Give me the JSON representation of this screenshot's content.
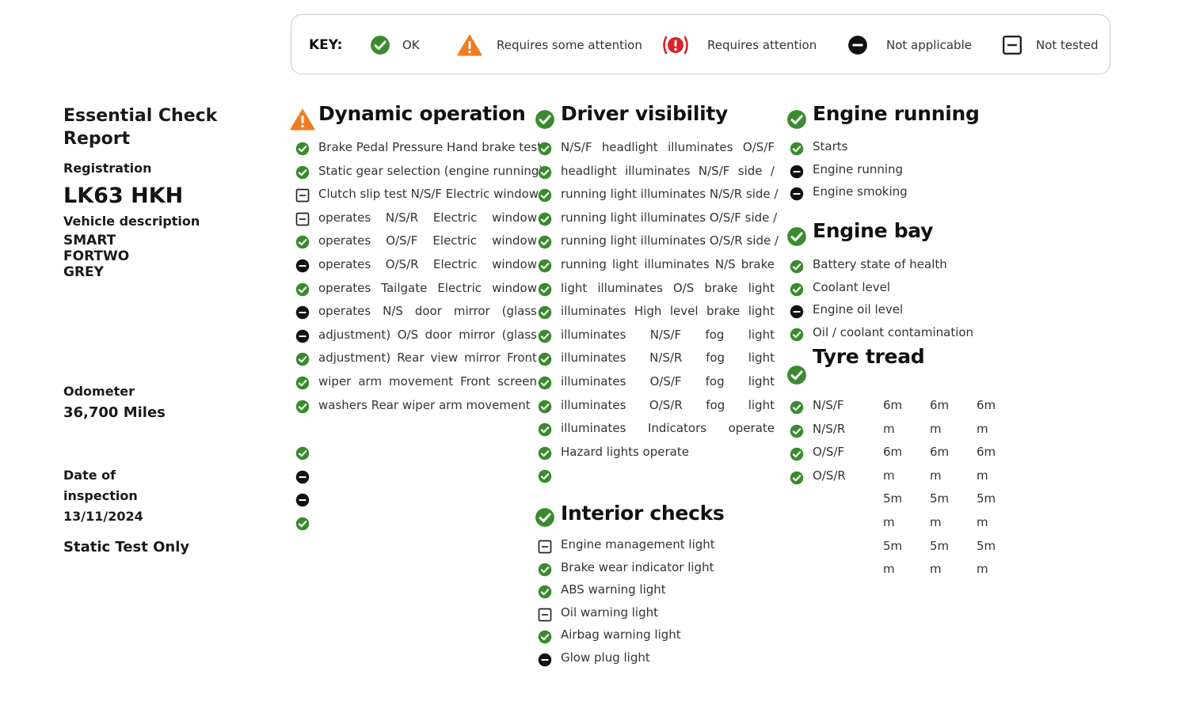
{
  "key": {
    "title": "KEY:",
    "items": [
      {
        "icon": "ok",
        "label": "OK"
      },
      {
        "icon": "warn",
        "label": "Requires some attention"
      },
      {
        "icon": "danger",
        "label": "Requires attention"
      },
      {
        "icon": "na",
        "label": "Not applicable"
      },
      {
        "icon": "nt",
        "label": "Not tested"
      }
    ]
  },
  "report": {
    "title_line1": "Essential Check",
    "title_line2": "Report",
    "registration_label": "Registration",
    "registration": "LK63 HKH",
    "vehicle_label": "Vehicle description",
    "vehicle_lines": [
      "SMART",
      "FORTWO",
      "GREY"
    ],
    "odometer_label": "Odometer",
    "odometer": "36,700 Miles",
    "date_label_line1": "Date of",
    "date_label_line2": "inspection",
    "date": "13/11/2024",
    "test_type": "Static Test Only"
  },
  "dynamic": {
    "title": "Dynamic operation",
    "title_icon": "warn",
    "lines": [
      {
        "words": [
          "Brake Pedal Pressure Hand brake test"
        ]
      },
      {
        "words": [
          "Static gear selection (engine running)"
        ]
      },
      {
        "words": [
          "Clutch slip test N/S/F Electric window"
        ]
      },
      {
        "words": [
          "operates",
          "N/S/R",
          "Electric",
          "window"
        ]
      },
      {
        "words": [
          "operates",
          "O/S/F",
          "Electric",
          "window"
        ]
      },
      {
        "words": [
          "operates",
          "O/S/R",
          "Electric",
          "window"
        ]
      },
      {
        "words": [
          "operates",
          "Tailgate",
          "Electric",
          "window"
        ]
      },
      {
        "words": [
          "operates",
          "N/S",
          "door",
          "mirror",
          "(glass"
        ]
      },
      {
        "words": [
          "adjustment)",
          "O/S",
          "door",
          "mirror",
          "(glass"
        ]
      },
      {
        "words": [
          "adjustment)",
          "Rear",
          "view",
          "mirror",
          "Front"
        ]
      },
      {
        "words": [
          "wiper",
          "arm",
          "movement",
          "Front",
          "screen"
        ]
      },
      {
        "words": [
          "washers Rear wiper arm movement"
        ]
      }
    ],
    "icons": [
      "ok",
      "ok",
      "nt",
      "nt",
      "ok",
      "na",
      "ok",
      "na",
      "na",
      "ok",
      "ok",
      "ok",
      "ok",
      "na",
      "na",
      "ok"
    ]
  },
  "visibility": {
    "title": "Driver visibility",
    "title_icon": "ok",
    "lines": [
      {
        "words": [
          "N/S/F",
          "headlight",
          "illuminates",
          "O/S/F"
        ]
      },
      {
        "words": [
          "headlight",
          "illuminates",
          "N/S/F",
          "side",
          "/"
        ]
      },
      {
        "words": [
          "running light illuminates N/S/R side /"
        ]
      },
      {
        "words": [
          "running light illuminates O/S/F side /"
        ]
      },
      {
        "words": [
          "running light illuminates O/S/R side /"
        ]
      },
      {
        "words": [
          "running",
          "light",
          "illuminates",
          "N/S",
          "brake"
        ]
      },
      {
        "words": [
          "light",
          "illuminates",
          "O/S",
          "brake",
          "light"
        ]
      },
      {
        "words": [
          "illuminates",
          "High",
          "level",
          "brake",
          "light"
        ]
      },
      {
        "words": [
          "illuminates",
          "N/S/F",
          "fog",
          "light"
        ]
      },
      {
        "words": [
          "illuminates",
          "N/S/R",
          "fog",
          "light"
        ]
      },
      {
        "words": [
          "illuminates",
          "O/S/F",
          "fog",
          "light"
        ]
      },
      {
        "words": [
          "illuminates",
          "O/S/R",
          "fog",
          "light"
        ]
      },
      {
        "words": [
          "illuminates",
          "Indicators",
          "operate"
        ]
      },
      {
        "words": [
          "Hazard lights operate"
        ]
      }
    ],
    "icons": [
      "ok",
      "ok",
      "ok",
      "ok",
      "ok",
      "ok",
      "ok",
      "ok",
      "ok",
      "ok",
      "ok",
      "ok",
      "ok",
      "ok",
      "ok"
    ]
  },
  "interior": {
    "title": "Interior checks",
    "title_icon": "ok",
    "items": [
      {
        "icon": "nt",
        "label": "Engine management light"
      },
      {
        "icon": "ok",
        "label": "Brake wear indicator light"
      },
      {
        "icon": "ok",
        "label": "ABS warning light"
      },
      {
        "icon": "nt",
        "label": "Oil warning light"
      },
      {
        "icon": "ok",
        "label": "Airbag warning light"
      },
      {
        "icon": "na",
        "label": "Glow plug light"
      }
    ]
  },
  "engine_running": {
    "title": "Engine running",
    "title_icon": "ok",
    "items": [
      {
        "icon": "ok",
        "label": "Starts"
      },
      {
        "icon": "na",
        "label": "Engine running"
      },
      {
        "icon": "na",
        "label": "Engine smoking"
      }
    ]
  },
  "engine_bay": {
    "title": "Engine bay",
    "title_icon": "ok",
    "items": [
      {
        "icon": "ok",
        "label": "Battery state of health"
      },
      {
        "icon": "ok",
        "label": "Coolant level"
      },
      {
        "icon": "na",
        "label": "Engine oil level"
      },
      {
        "icon": "ok",
        "label": "Oil / coolant contamination"
      }
    ]
  },
  "tyre": {
    "title": "Tyre tread",
    "title_icon": "ok",
    "rows": [
      {
        "icon": "ok",
        "label": "N/S/F"
      },
      {
        "icon": "ok",
        "label": "N/S/R"
      },
      {
        "icon": "ok",
        "label": "O/S/F"
      },
      {
        "icon": "ok",
        "label": "O/S/R"
      }
    ],
    "grid": [
      [
        "6m",
        "6m",
        "6m"
      ],
      [
        "m",
        "m",
        "m"
      ],
      [
        "6m",
        "6m",
        "6m"
      ],
      [
        "m",
        "m",
        "m"
      ],
      [
        "5m",
        "5m",
        "5m"
      ],
      [
        "m",
        "m",
        "m"
      ],
      [
        "5m",
        "5m",
        "5m"
      ],
      [
        "m",
        "m",
        "m"
      ]
    ]
  },
  "colors": {
    "ok": "#3a8a2e",
    "warn": "#ee7d22",
    "danger": "#d8242c",
    "na": "#111111",
    "nt": "#222222"
  }
}
